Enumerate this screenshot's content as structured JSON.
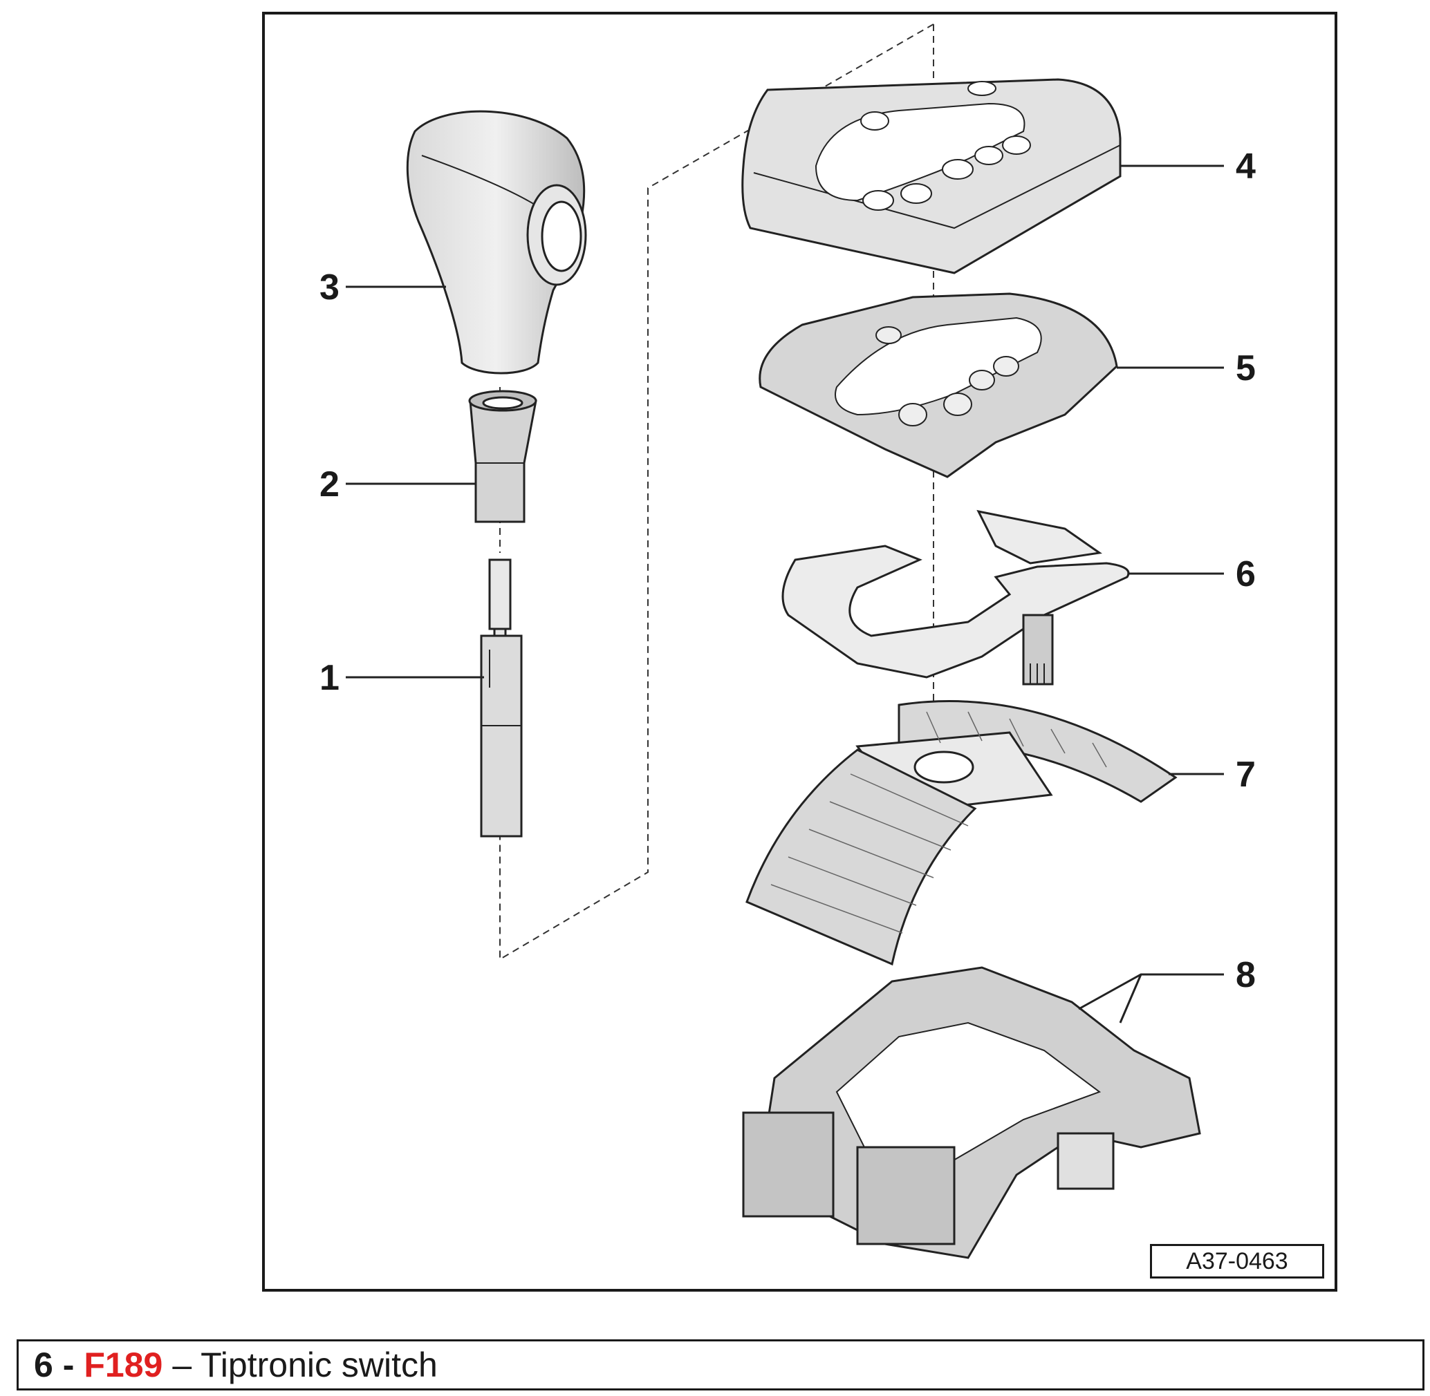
{
  "diagram": {
    "callouts": [
      {
        "id": 1,
        "label": "1"
      },
      {
        "id": 2,
        "label": "2"
      },
      {
        "id": 3,
        "label": "3"
      },
      {
        "id": 4,
        "label": "4"
      },
      {
        "id": 5,
        "label": "5"
      },
      {
        "id": 6,
        "label": "6"
      },
      {
        "id": 7,
        "label": "7"
      },
      {
        "id": 8,
        "label": "8"
      }
    ],
    "reference_code": "A37-0463"
  },
  "caption": {
    "number": "6 -",
    "code": "F189",
    "code_color": "#e02020",
    "description": "– Tiptronic switch"
  }
}
